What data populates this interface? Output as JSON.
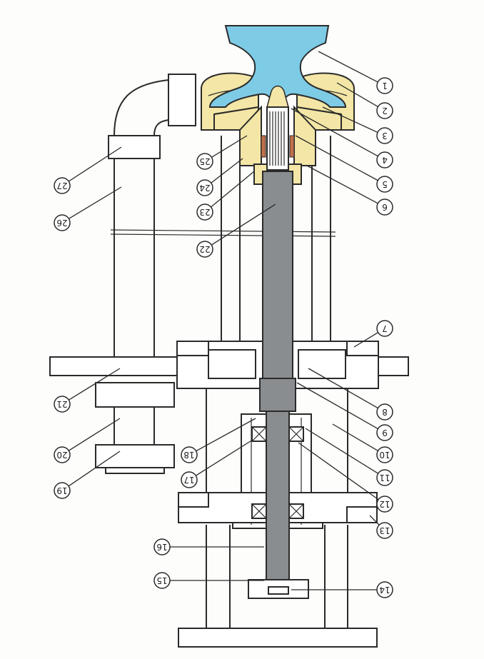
{
  "colors": {
    "wheel": "#7ecbe6",
    "housing": "#f3e6a6",
    "shaft": "#8a8d90",
    "seal": "#c0704a"
  },
  "callouts": {
    "c1": "1",
    "c2": "2",
    "c3": "3",
    "c4": "4",
    "c5": "5",
    "c6": "6",
    "c7": "7",
    "c8": "8",
    "c9": "9",
    "c10": "10",
    "c11": "11",
    "c12": "12",
    "c13": "13",
    "c14": "14",
    "c15": "15",
    "c16": "16",
    "c17": "17",
    "c18": "18",
    "c19": "19",
    "c20": "20",
    "c21": "21",
    "c22": "22",
    "c23": "23",
    "c24": "24",
    "c25": "25",
    "c26": "26",
    "c27": "27"
  }
}
